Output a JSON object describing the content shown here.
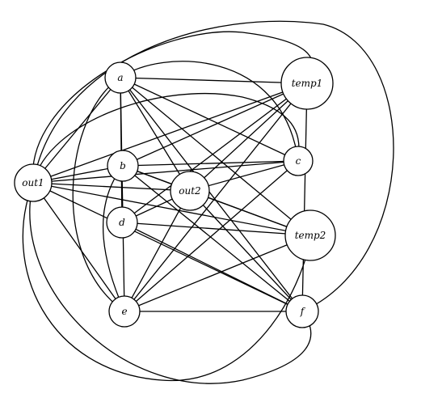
{
  "diagram": {
    "type": "graph",
    "nodes": [
      {
        "id": "a",
        "label": "a"
      },
      {
        "id": "b",
        "label": "b"
      },
      {
        "id": "c",
        "label": "c"
      },
      {
        "id": "d",
        "label": "d"
      },
      {
        "id": "e",
        "label": "e"
      },
      {
        "id": "f",
        "label": "f"
      },
      {
        "id": "out1",
        "label": "out1"
      },
      {
        "id": "out2",
        "label": "out2"
      },
      {
        "id": "temp1",
        "label": "temp1"
      },
      {
        "id": "temp2",
        "label": "temp2"
      }
    ],
    "edges": [
      {
        "from": "out1",
        "to": "a"
      },
      {
        "from": "out1",
        "to": "b"
      },
      {
        "from": "out1",
        "to": "e"
      },
      {
        "from": "out1",
        "to": "f"
      },
      {
        "from": "out1",
        "to": "c"
      },
      {
        "from": "out1",
        "to": "temp1"
      },
      {
        "from": "out1",
        "to": "temp2"
      },
      {
        "from": "out1",
        "to": "out2"
      },
      {
        "from": "out1",
        "to": "e"
      },
      {
        "from": "out1",
        "to": "f"
      },
      {
        "from": "a",
        "to": "temp1"
      },
      {
        "from": "a",
        "to": "c"
      },
      {
        "from": "a",
        "to": "temp2"
      },
      {
        "from": "a",
        "to": "out2"
      },
      {
        "from": "a",
        "to": "e"
      },
      {
        "from": "a",
        "to": "f"
      },
      {
        "from": "a",
        "to": "d"
      },
      {
        "from": "b",
        "to": "c"
      },
      {
        "from": "b",
        "to": "temp1"
      },
      {
        "from": "b",
        "to": "temp2"
      },
      {
        "from": "b",
        "to": "f"
      },
      {
        "from": "b",
        "to": "out2"
      },
      {
        "from": "d",
        "to": "temp1"
      },
      {
        "from": "d",
        "to": "out2"
      },
      {
        "from": "d",
        "to": "temp2"
      },
      {
        "from": "d",
        "to": "f"
      },
      {
        "from": "e",
        "to": "temp1"
      },
      {
        "from": "e",
        "to": "c"
      },
      {
        "from": "e",
        "to": "temp2"
      },
      {
        "from": "e",
        "to": "f"
      },
      {
        "from": "e",
        "to": "out2"
      },
      {
        "from": "out2",
        "to": "c"
      },
      {
        "from": "out2",
        "to": "temp1"
      },
      {
        "from": "out2",
        "to": "temp2"
      },
      {
        "from": "out2",
        "to": "f"
      },
      {
        "from": "f",
        "to": "temp1"
      },
      {
        "from": "c",
        "to": "out2"
      }
    ]
  }
}
